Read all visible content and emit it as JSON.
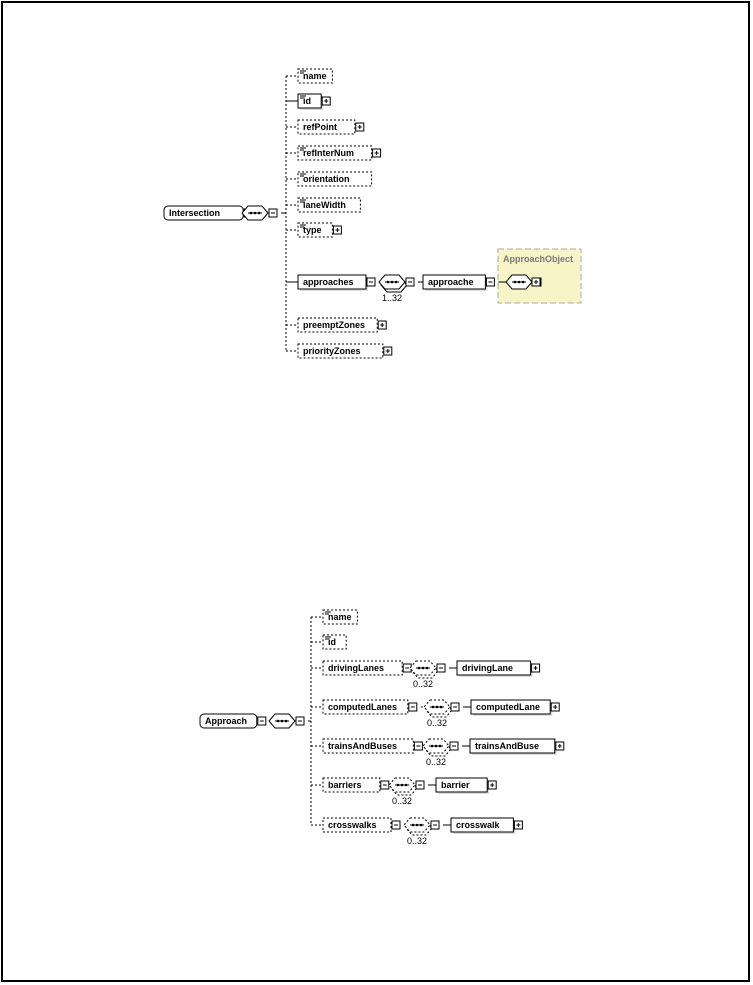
{
  "diagrams": [
    {
      "root": {
        "label": "Intersection"
      },
      "children": [
        {
          "label": "name",
          "optional": true,
          "attr": true,
          "expand": false
        },
        {
          "label": "id",
          "optional": false,
          "attr": true,
          "expand": true
        },
        {
          "label": "refPoint",
          "optional": true,
          "attr": false,
          "expand": true
        },
        {
          "label": "refInterNum",
          "optional": true,
          "attr": true,
          "expand": true
        },
        {
          "label": "orientation",
          "optional": true,
          "attr": true,
          "expand": false
        },
        {
          "label": "laneWidth",
          "optional": true,
          "attr": true,
          "expand": false
        },
        {
          "label": "type",
          "optional": true,
          "attr": true,
          "expand": true
        },
        {
          "label": "approaches",
          "optional": false,
          "attr": false,
          "expand": false,
          "seq": {
            "optional": false,
            "card": "1..32"
          },
          "child": {
            "label": "approache",
            "optional": false
          },
          "group": {
            "label": "ApproachObject"
          }
        },
        {
          "label": "preemptZones",
          "optional": true,
          "attr": false,
          "expand": true
        },
        {
          "label": "priorityZones",
          "optional": true,
          "attr": false,
          "expand": true
        }
      ]
    },
    {
      "root": {
        "label": "Approach"
      },
      "children": [
        {
          "label": "name",
          "optional": true,
          "attr": true,
          "expand": false
        },
        {
          "label": "id",
          "optional": true,
          "attr": true,
          "expand": false
        },
        {
          "label": "drivingLanes",
          "optional": true,
          "attr": false,
          "expand": false,
          "seq": {
            "optional": true,
            "card": "0..32"
          },
          "child": {
            "label": "drivingLane",
            "optional": false
          }
        },
        {
          "label": "computedLanes",
          "optional": true,
          "attr": false,
          "expand": false,
          "seq": {
            "optional": true,
            "card": "0..32"
          },
          "child": {
            "label": "computedLane",
            "optional": false
          }
        },
        {
          "label": "trainsAndBuses",
          "optional": true,
          "attr": false,
          "expand": false,
          "seq": {
            "optional": true,
            "card": "0..32"
          },
          "child": {
            "label": "trainsAndBuse",
            "optional": false
          }
        },
        {
          "label": "barriers",
          "optional": true,
          "attr": false,
          "expand": false,
          "seq": {
            "optional": true,
            "card": "0..32"
          },
          "child": {
            "label": "barrier",
            "optional": false
          }
        },
        {
          "label": "crosswalks",
          "optional": true,
          "attr": false,
          "expand": false,
          "seq": {
            "optional": true,
            "card": "0..32"
          },
          "child": {
            "label": "crosswalk",
            "optional": false
          }
        }
      ]
    }
  ]
}
